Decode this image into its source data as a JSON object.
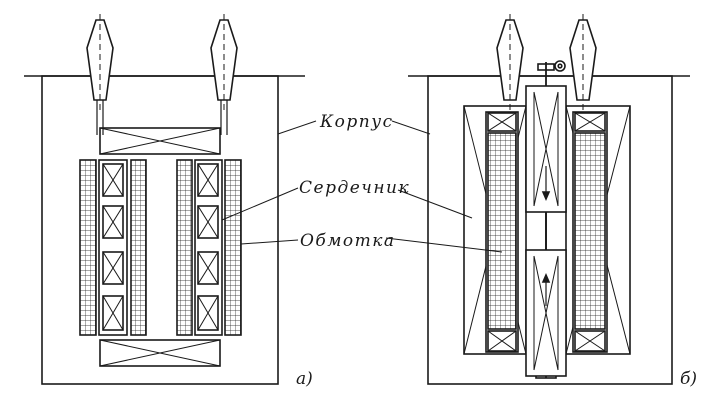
{
  "labels": {
    "housing": "Корпус",
    "core": "Сердечник",
    "winding": "Обмотка"
  },
  "captions": {
    "left": "а)",
    "right": "б)"
  },
  "colors": {
    "ink": "#1a1a1a",
    "paper": "#ffffff"
  }
}
